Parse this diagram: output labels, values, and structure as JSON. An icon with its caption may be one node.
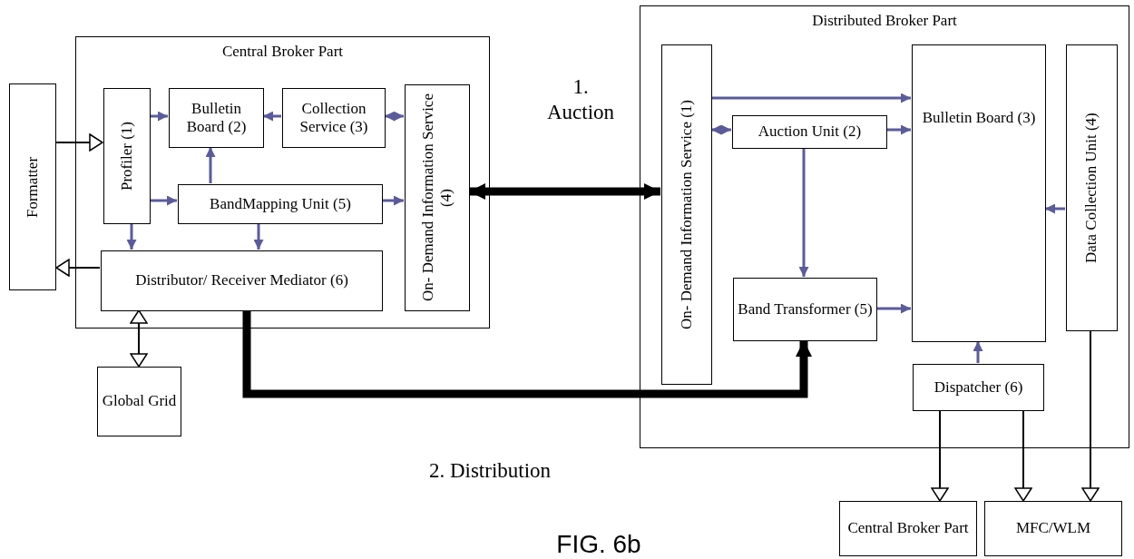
{
  "diagram": {
    "caption": "FIG. 6b",
    "nodes": [
      {
        "text": [
          "Central Broker Part"
        ]
      },
      {
        "text": [
          "Formatter"
        ]
      },
      {
        "text": [
          "Profiler (1)"
        ],
        "in": 0
      },
      {
        "text": [
          "Bulletin Board (2)"
        ],
        "in": 0
      },
      {
        "text": [
          "Collection Service (3)"
        ],
        "in": 0
      },
      {
        "text": [
          "On- Demand Information Service (4)"
        ],
        "in": 0
      },
      {
        "text": [
          "BandMapping Unit (5)"
        ],
        "in": 0
      },
      {
        "text": [
          "Distributor/ Receiver Mediator (6)"
        ],
        "in": 0
      },
      {
        "text": [
          "Global Grid"
        ]
      },
      {
        "text": [
          "Distributed Broker Part"
        ]
      },
      {
        "text": [
          "On- Demand Information Service (1)"
        ],
        "in": 9
      },
      {
        "text": [
          "Auction Unit (2)"
        ],
        "in": 9
      },
      {
        "text": [
          "Bulletin Board (3)"
        ],
        "in": 9
      },
      {
        "text": [
          "Data Collection Unit (4)"
        ],
        "in": 9
      },
      {
        "text": [
          "Band Transformer (5)"
        ],
        "in": 9
      },
      {
        "text": [
          "Dispatcher (6)"
        ],
        "in": 9
      },
      {
        "text": [
          "Central Broker Part"
        ]
      },
      {
        "text": [
          "MFC/WLM"
        ]
      }
    ],
    "edges": [
      {
        "from": 1,
        "to": 2,
        "arrow": "to",
        "color": "#000000"
      },
      {
        "from": 2,
        "to": 3,
        "arrow": "to"
      },
      {
        "from": 4,
        "to": 3,
        "arrow": "to"
      },
      {
        "from": 4,
        "to": 5,
        "arrow": "both"
      },
      {
        "from": 2,
        "to": 6,
        "arrow": "to"
      },
      {
        "from": 6,
        "to": 3,
        "arrow": "to"
      },
      {
        "from": 6,
        "to": 5,
        "arrow": "to"
      },
      {
        "from": 2,
        "to": 7,
        "arrow": "to"
      },
      {
        "from": 6,
        "to": 7,
        "arrow": "to"
      },
      {
        "from": 7,
        "to": 1,
        "arrow": "to",
        "color": "#000000"
      },
      {
        "from": 7,
        "to": 8,
        "arrow": "both",
        "color": "#000000"
      },
      {
        "from": 5,
        "to": 10,
        "arrow": "both",
        "label": "1. Auction",
        "style": "thick",
        "color": "#000000"
      },
      {
        "from": 10,
        "to": 12,
        "arrow": "to"
      },
      {
        "from": 10,
        "to": 11,
        "arrow": "both"
      },
      {
        "from": 11,
        "to": 12,
        "arrow": "to"
      },
      {
        "from": 11,
        "to": 14,
        "arrow": "to"
      },
      {
        "from": 14,
        "to": 12,
        "arrow": "to"
      },
      {
        "from": 13,
        "to": 12,
        "arrow": "to"
      },
      {
        "from": 15,
        "to": 12,
        "arrow": "to"
      },
      {
        "from": 7,
        "to": 14,
        "arrow": "to",
        "label": "2. Distribution",
        "style": "thick",
        "color": "#000000"
      },
      {
        "from": 15,
        "to": 16,
        "arrow": "to",
        "color": "#000000"
      },
      {
        "from": 15,
        "to": 17,
        "arrow": "to",
        "color": "#000000"
      },
      {
        "from": 13,
        "to": 17,
        "arrow": "to",
        "color": "#000000"
      }
    ]
  }
}
